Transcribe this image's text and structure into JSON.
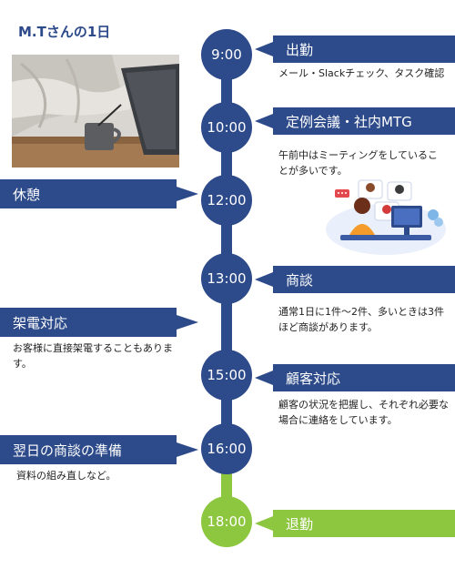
{
  "title": "M.Tさんの1日",
  "timeline": [
    {
      "time": "9:00",
      "event": "出勤",
      "note": "メール・Slackチェック、タスク確認",
      "side": "right"
    },
    {
      "time": "10:00",
      "event": "定例会議・社内MTG",
      "note": "午前中はミーティングをしていることが多いです。",
      "side": "right"
    },
    {
      "time": "12:00",
      "event": "休憩",
      "note": "",
      "side": "left"
    },
    {
      "time": "13:00",
      "event": "商談",
      "note": "通常1日に1件〜2件、多いときは3件ほど商談があります。",
      "side": "right"
    },
    {
      "time": "",
      "event": "架電対応",
      "note": "お客様に直接架電することもあります。",
      "side": "left"
    },
    {
      "time": "15:00",
      "event": "顧客対応",
      "note": "顧客の状況を把握し、それぞれ必要な場合に連絡をしています。",
      "side": "right"
    },
    {
      "time": "16:00",
      "event": "翌日の商談の準備",
      "note": "資料の組み直しなど。",
      "side": "left"
    },
    {
      "time": "18:00",
      "event": "退勤",
      "note": "",
      "side": "right"
    }
  ],
  "colors": {
    "navy": "#2d4a8a",
    "green": "#8dc63f"
  }
}
